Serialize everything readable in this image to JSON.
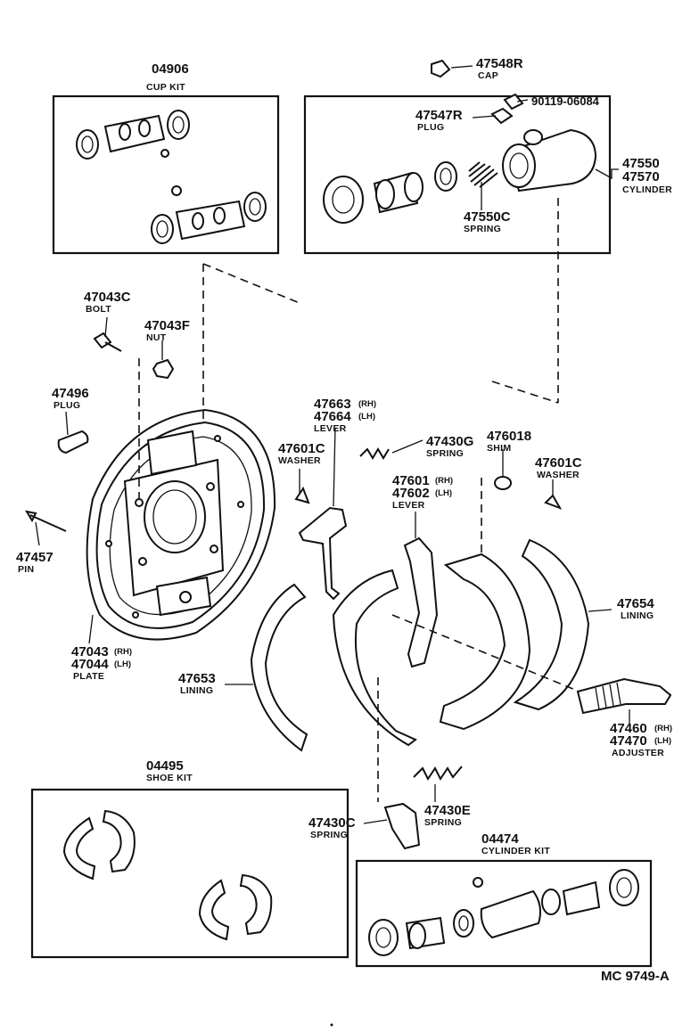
{
  "diagram_code": "MC 9749-A",
  "parts": {
    "cup_kit": {
      "number": "04906",
      "name": "CUP KIT"
    },
    "cap": {
      "number": "47548R",
      "name": "CAP"
    },
    "bolt_90119": {
      "number": "90119-06084"
    },
    "plug_cyl": {
      "number": "47547R",
      "name": "PLUG"
    },
    "cylinder": {
      "number1": "47550",
      "number2": "47570",
      "name": "CYLINDER"
    },
    "spring_cyl": {
      "number": "47550C",
      "name": "SPRING"
    },
    "bolt": {
      "number": "47043C",
      "name": "BOLT"
    },
    "nut": {
      "number": "47043F",
      "name": "NUT"
    },
    "plug": {
      "number": "47496",
      "name": "PLUG"
    },
    "lever_upper": {
      "number1": "47663",
      "suffix1": "(RH)",
      "number2": "47664",
      "suffix2": "(LH)",
      "name": "LEVER"
    },
    "washer_left": {
      "number": "47601C",
      "name": "WASHER"
    },
    "spring_upper": {
      "number": "47430G",
      "name": "SPRING"
    },
    "shim": {
      "number": "476018",
      "name": "SHIM"
    },
    "washer_right": {
      "number": "47601C",
      "name": "WASHER"
    },
    "lever_mid": {
      "number1": "47601",
      "suffix1": "(RH)",
      "number2": "47602",
      "suffix2": "(LH)",
      "name": "LEVER"
    },
    "pin": {
      "number": "47457",
      "name": "PIN"
    },
    "plate": {
      "number1": "47043",
      "suffix1": "(RH)",
      "number2": "47044",
      "suffix2": "(LH)",
      "name": "PLATE"
    },
    "lining_right": {
      "number": "47654",
      "name": "LINING"
    },
    "lining_left": {
      "number": "47653",
      "name": "LINING"
    },
    "adjuster": {
      "number1": "47460",
      "suffix1": "(RH)",
      "number2": "47470",
      "suffix2": "(LH)",
      "name": "ADJUSTER"
    },
    "shoe_kit": {
      "number": "04495",
      "name": "SHOE KIT"
    },
    "spring_lower_left": {
      "number": "47430C",
      "name": "SPRING"
    },
    "spring_lower_right": {
      "number": "47430E",
      "name": "SPRING"
    },
    "cylinder_kit": {
      "number": "04474",
      "name": "CYLINDER KIT"
    }
  }
}
